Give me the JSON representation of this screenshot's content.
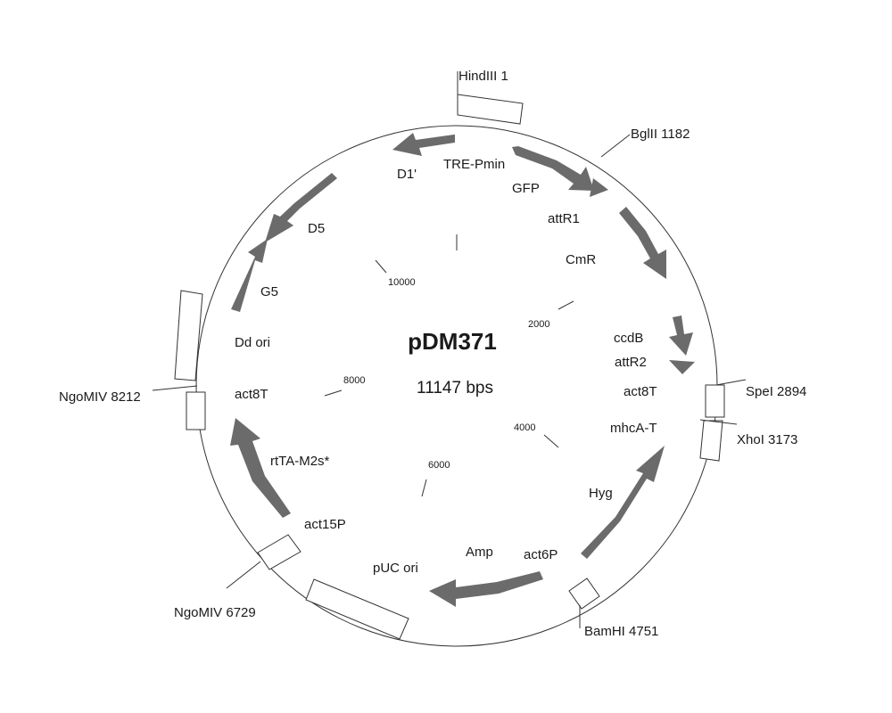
{
  "plasmid": {
    "name": "pDM371",
    "size_label": "11147 bps",
    "total_bp": 11147,
    "colors": {
      "arrow": "#6b6b6b",
      "line": "#333333"
    }
  },
  "sites": [
    {
      "label": "HindIII 1",
      "pos": 1
    },
    {
      "label": "BglII 1182",
      "pos": 1182
    },
    {
      "label": "SpeI 2894",
      "pos": 2894
    },
    {
      "label": "XhoI 3173",
      "pos": 3173
    },
    {
      "label": "BamHI 4751",
      "pos": 4751
    },
    {
      "label": "NgoMIV 6729",
      "pos": 6729
    },
    {
      "label": "NgoMIV 8212",
      "pos": 8212
    }
  ],
  "ticks": [
    {
      "label": "2000",
      "pos": 2000
    },
    {
      "label": "4000",
      "pos": 4000
    },
    {
      "label": "6000",
      "pos": 6000
    },
    {
      "label": "8000",
      "pos": 8000
    },
    {
      "label": "10000",
      "pos": 10000
    }
  ],
  "features": [
    {
      "label": "D1'"
    },
    {
      "label": "TRE-Pmin"
    },
    {
      "label": "GFP"
    },
    {
      "label": "attR1"
    },
    {
      "label": "CmR"
    },
    {
      "label": "ccdB"
    },
    {
      "label": "attR2"
    },
    {
      "label": "act8T"
    },
    {
      "label": "mhcA-T"
    },
    {
      "label": "Hyg"
    },
    {
      "label": "act6P"
    },
    {
      "label": "Amp"
    },
    {
      "label": "pUC ori"
    },
    {
      "label": "act15P"
    },
    {
      "label": "rtTA-M2s*"
    },
    {
      "label": "act8T"
    },
    {
      "label": "Dd ori"
    },
    {
      "label": "G5"
    },
    {
      "label": "D5"
    }
  ]
}
